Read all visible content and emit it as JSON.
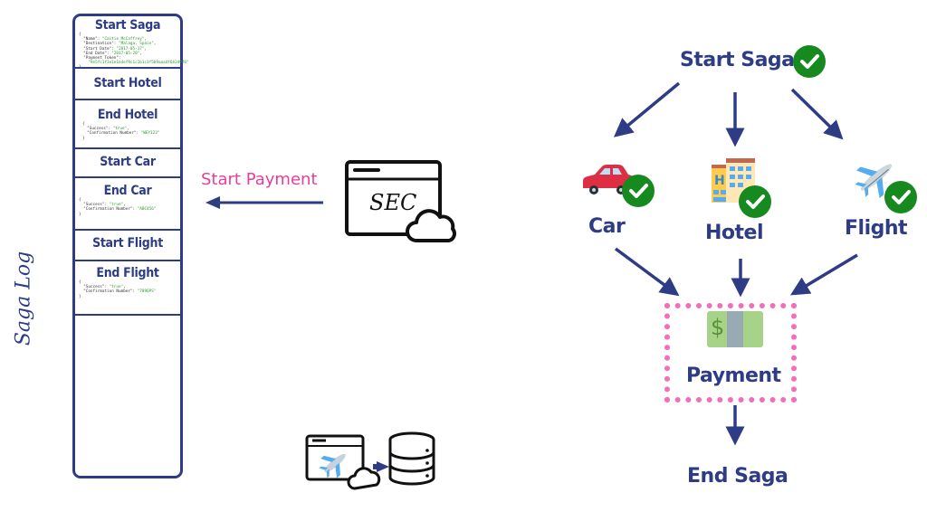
{
  "saga_log": {
    "label": "Saga Log",
    "entries": [
      {
        "title": "Start Saga",
        "json_lines": [
          "{",
          "  \"Name\": \"Caitie McCaffrey\",",
          "  \"Destination\": \"Malaga, Spain\",",
          "  \"Start Date\": \"2017-05-17\",",
          "  \"End Date\": \"2017-05-20\",",
          "  \"Payment Token\":",
          "    \"9e5fc1f3e1e1b4ef9c1c1b1c1f5b9aaa4f6b2d9f0\"",
          "}"
        ]
      },
      {
        "title": "Start Hotel",
        "json_lines": []
      },
      {
        "title": "End Hotel",
        "json_lines": [
          "{",
          "  \"Success\": \"true\",",
          "  \"Confirmation Number\": \"WEY123\"",
          "}"
        ]
      },
      {
        "title": "Start Car",
        "json_lines": []
      },
      {
        "title": "End Car",
        "json_lines": [
          "{",
          "  \"Success\": \"true\",",
          "  \"Confirmation Number\": \"ABC456\"",
          "}"
        ]
      },
      {
        "title": "Start Flight",
        "json_lines": []
      },
      {
        "title": "End Flight",
        "json_lines": [
          "{",
          "  \"Success\": \"true\",",
          "  \"Confirmation Number\": \"789QPS\"",
          "}"
        ]
      }
    ]
  },
  "sec": {
    "label": "SEC",
    "message": "Start Payment"
  },
  "flow": {
    "start": "Start Saga",
    "car": "Car",
    "hotel": "Hotel",
    "flight": "Flight",
    "payment": "Payment",
    "end": "End Saga",
    "payment_symbol": "$"
  },
  "colors": {
    "primary": "#2e3c86",
    "accent_pink": "#e83e9c",
    "check_green": "#16891f"
  }
}
